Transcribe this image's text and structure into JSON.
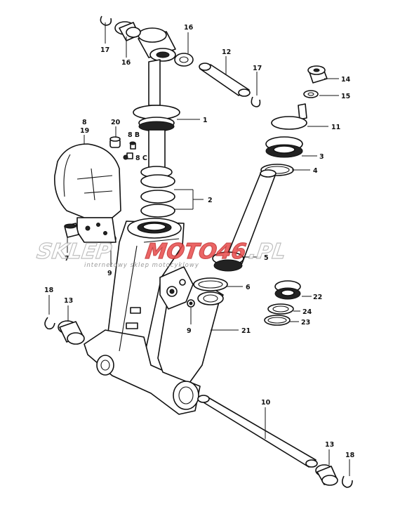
{
  "callouts": {
    "c1": "1",
    "c2": "2",
    "c3": "3",
    "c4": "4",
    "c5": "5",
    "c6": "6",
    "c7": "7",
    "c8": "8",
    "c19": "19",
    "c8b": "8 B",
    "c8c": "8 C",
    "c9a": "9",
    "c9b": "9",
    "c10": "10",
    "c11": "11",
    "c12": "12",
    "c13a": "13",
    "c13b": "13",
    "c14": "14",
    "c15": "15",
    "c16a": "16",
    "c16b": "16",
    "c17a": "17",
    "c17b": "17",
    "c18a": "18",
    "c18b": "18",
    "c20": "20",
    "c21": "21",
    "c22": "22",
    "c23": "23",
    "c24": "24"
  },
  "watermark": {
    "brand_left": "SKLEP",
    "brand_right": "MOTO46",
    "brand_suffix": ".PL",
    "tagline": "internetowy sklep motocyklowy"
  },
  "colors": {
    "line": "#111111",
    "watermark_red": "#e94b4b",
    "watermark_gray": "#9a9a9a"
  }
}
